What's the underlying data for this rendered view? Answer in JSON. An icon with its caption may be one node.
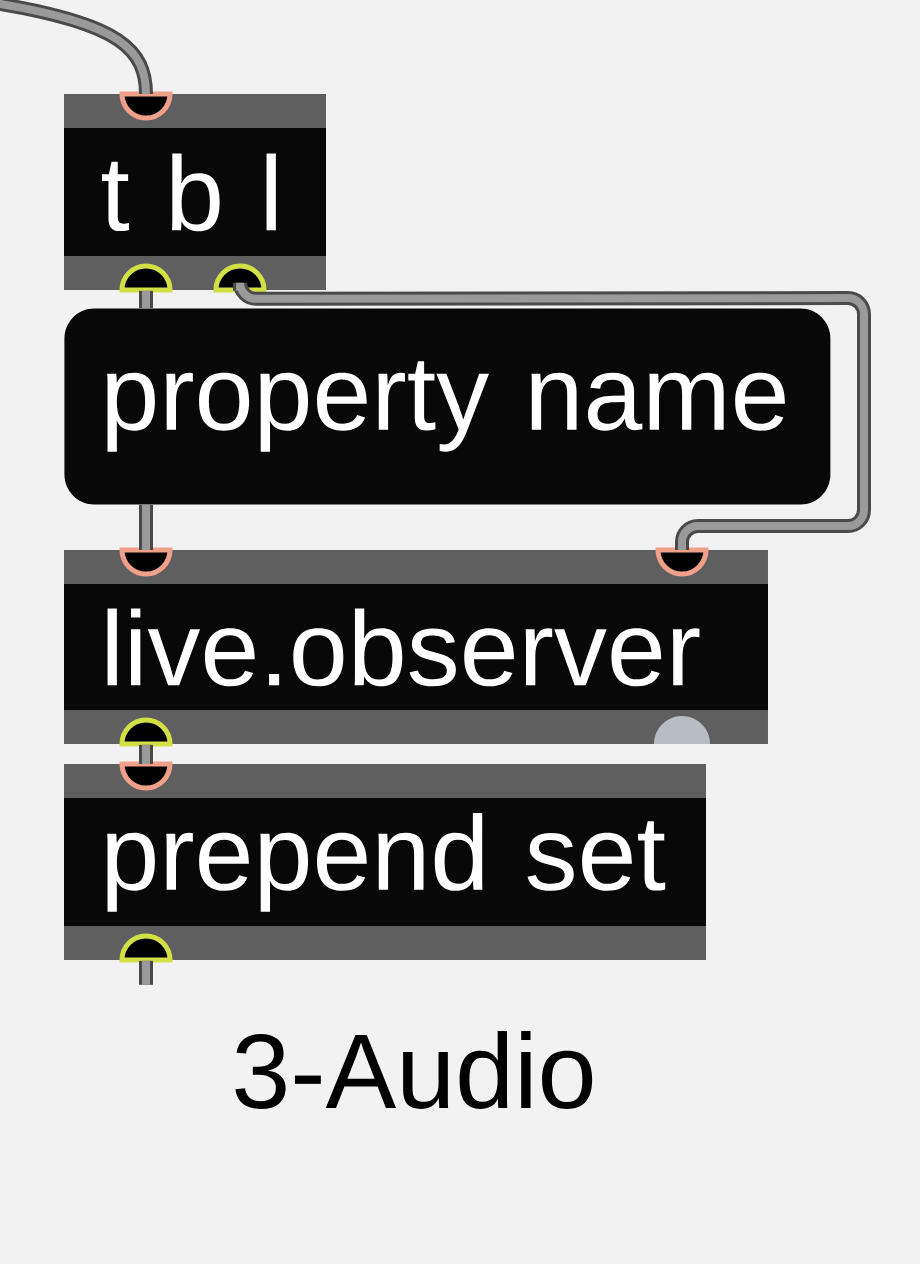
{
  "diagram": {
    "nodes": [
      {
        "text": [
          "t b l"
        ]
      },
      {
        "text": [
          "property name"
        ]
      },
      {
        "text": [
          "live.observer"
        ]
      },
      {
        "text": [
          "prepend set"
        ]
      }
    ],
    "edges": [
      {
        "from": null,
        "to": 0,
        "arrow": "none"
      },
      {
        "from": 0,
        "to": 1,
        "arrow": "none"
      },
      {
        "from": 0,
        "to": 2,
        "arrow": "none"
      },
      {
        "from": 1,
        "to": 2,
        "arrow": "none"
      },
      {
        "from": 2,
        "to": 3,
        "arrow": "none"
      },
      {
        "from": 3,
        "to": null,
        "arrow": "none"
      }
    ],
    "labels": [
      "3-Audio"
    ]
  }
}
